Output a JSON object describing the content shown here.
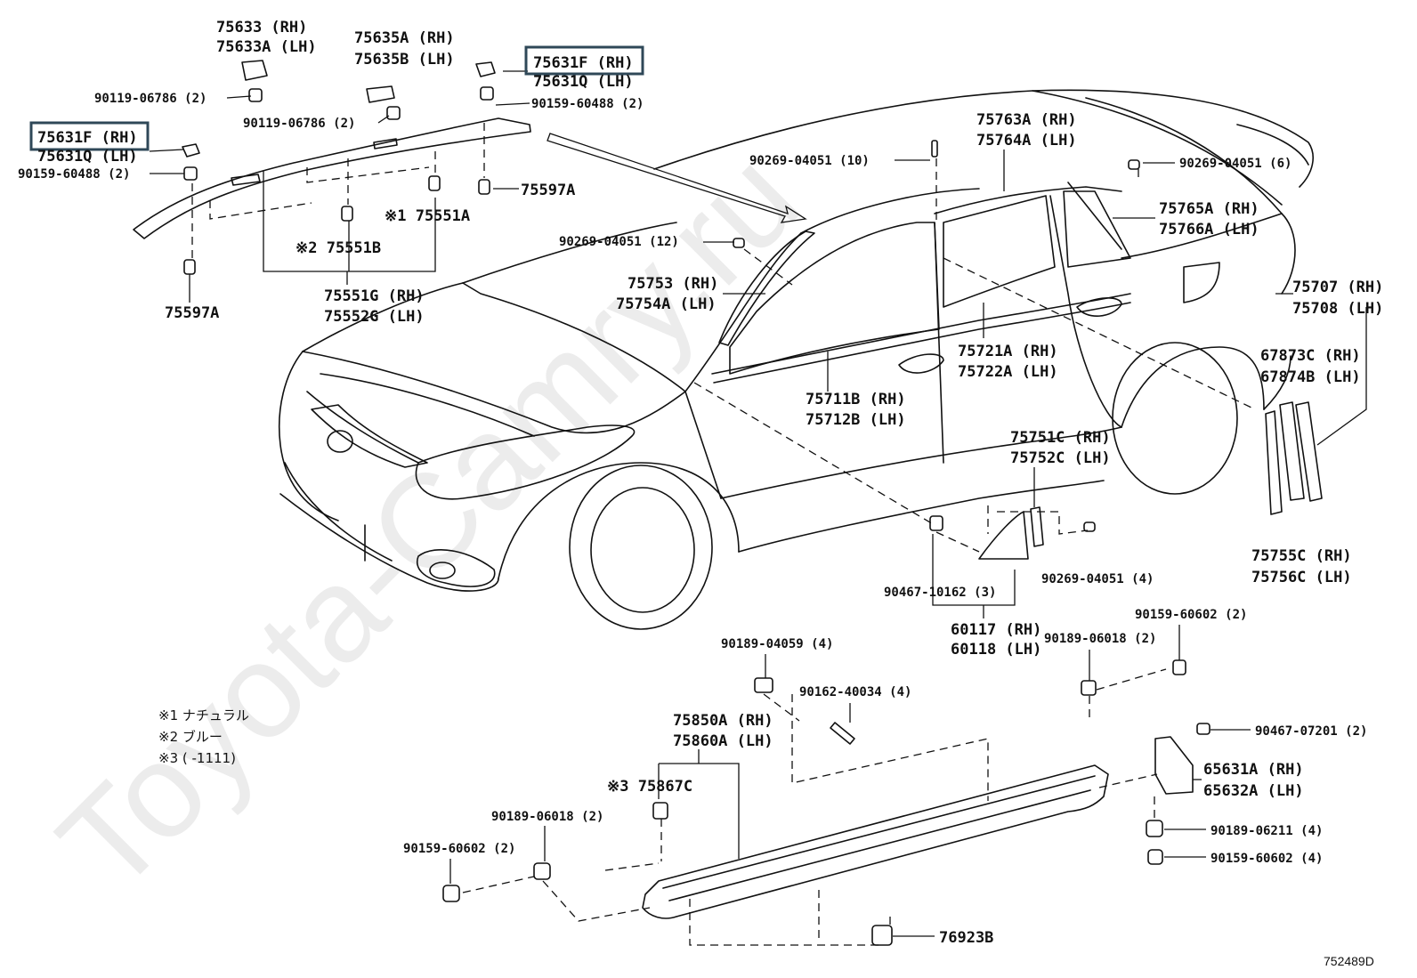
{
  "diagram_ref": "752489D",
  "watermark": "Toyota-Camry.ru",
  "notes": [
    "※1 ナチュラル",
    "※2 ブルー",
    "※3 (      -1111)"
  ],
  "labels": {
    "p75633": "75633 (RH)",
    "p75633a": "75633A (LH)",
    "p75635a": "75635A (RH)",
    "p75635b": "75635B (LH)",
    "p75631f_top": "75631F (RH)",
    "p75631q_top": "75631Q (LH)",
    "p90119_a": "90119-06786 (2)",
    "p90119_b": "90119-06786 (2)",
    "p90159_60488_top": "90159-60488 (2)",
    "p75631f_left": "75631F (RH)",
    "p75631q_left": "75631Q (LH)",
    "p90159_60488_left": "90159-60488 (2)",
    "p75597a_top": "75597A",
    "p75551a": "※1 75551A",
    "p75551b": "※2 75551B",
    "p75551g": "75551G (RH)",
    "p75552g": "75552G (LH)",
    "p75597a_bottom": "75597A",
    "p90269_10": "90269-04051 (10)",
    "p75763a": "75763A (RH)",
    "p75764a": "75764A (LH)",
    "p90269_6": "90269-04051 (6)",
    "p75765a": "75765A (RH)",
    "p75766a": "75766A (LH)",
    "p90269_12": "90269-04051 (12)",
    "p75753": "75753 (RH)",
    "p75754a": "75754A (LH)",
    "p75707": "75707 (RH)",
    "p75708": "75708 (LH)",
    "p75721a": "75721A (RH)",
    "p75722a": "75722A (LH)",
    "p67873c": "67873C (RH)",
    "p67874b": "67874B (LH)",
    "p75711b": "75711B (RH)",
    "p75712b": "75712B (LH)",
    "p75751c": "75751C (RH)",
    "p75752c": "75752C (LH)",
    "p90269_4": "90269-04051 (4)",
    "p75755c": "75755C (RH)",
    "p75756c": "75756C (LH)",
    "p90467_10162": "90467-10162 (3)",
    "p60117": "60117 (RH)",
    "p60118": "60118 (LH)",
    "p90189_04059": "90189-04059 (4)",
    "p90159_60602_r": "90159-60602 (2)",
    "p90189_06018_r": "90189-06018 (2)",
    "p90162_40034": "90162-40034 (4)",
    "p75850a": "75850A (RH)",
    "p75860a": "75860A (LH)",
    "p90467_07201": "90467-07201 (2)",
    "p75867c": "※3 75867C",
    "p65631a": "65631A (RH)",
    "p65632a": "65632A (LH)",
    "p90189_06018_l": "90189-06018 (2)",
    "p90189_06211": "90189-06211 (4)",
    "p90159_60602_l": "90159-60602 (2)",
    "p90159_60602_4": "90159-60602 (4)",
    "p76923b": "76923B"
  },
  "highlight_color": "#2f4858"
}
